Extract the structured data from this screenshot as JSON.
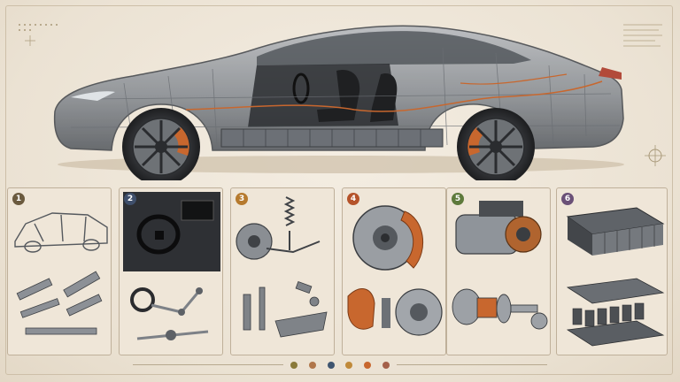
{
  "panels": [
    {
      "number": "1",
      "icon": "car-body-frame-icon",
      "color": "#6b5a3e"
    },
    {
      "number": "2",
      "icon": "steering-system-icon",
      "color": "#3f4f6b"
    },
    {
      "number": "3",
      "icon": "suspension-icon",
      "color": "#b67a2e"
    },
    {
      "number": "4",
      "icon": "brake-disc-icon",
      "color": "#b5532a"
    },
    {
      "number": "5",
      "icon": "electric-motor-icon",
      "color": "#5e7a3c"
    },
    {
      "number": "6",
      "icon": "battery-pack-icon",
      "color": "#6a5077"
    }
  ],
  "colors": {
    "background": "#efe7da",
    "copper": "#c8672e",
    "steel": "#8f949a",
    "dark": "#3a3d42"
  },
  "footer_dots": [
    "#8a7a3a",
    "#b0764a",
    "#3f5570",
    "#c08a3a",
    "#c8672e",
    "#a4604a"
  ]
}
